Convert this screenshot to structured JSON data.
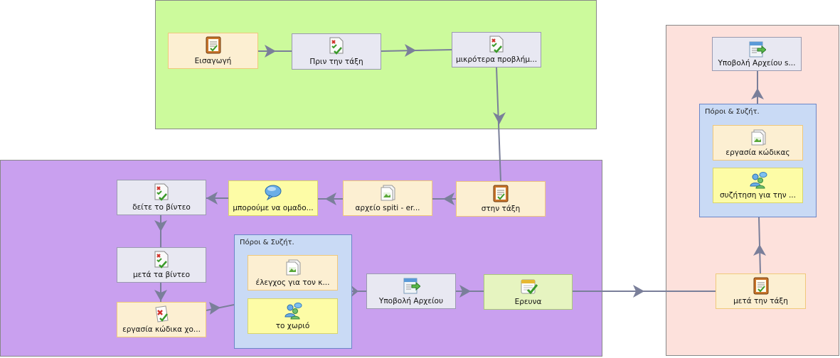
{
  "colors": {
    "green_region": "#ccfa9c",
    "purple_region": "#c9a0ef",
    "pink_region": "#fde1dc",
    "edge": "#7a7f9a"
  },
  "nodes": {
    "eisagogi": "Εισαγωγή",
    "prin": "Πριν την τάξη",
    "mikrotera": "μικρότερα προβλήμ...",
    "stin_taxi": "στην τάξη",
    "arxeio_spiti": "αρχείο spiti - er...",
    "mporoume": "μπορούμε να ομαδο...",
    "deite": "δείτε το βίντεο",
    "meta_vinteo": "μετά τα βίντεο",
    "ergasia_xo": "εργασία κώδικα χο...",
    "elegxos": "έλεγχος για τον κ...",
    "xorio": "το χωριό",
    "ypovoli": "Υποβολή Αρχείου",
    "erevna": "Ερευνα",
    "meta_taxi": "μετά την τάξη",
    "ergasia_kodikas": "εργασία κώδικας",
    "syzitisi": "συζήτηση για την ...",
    "ypovoli_s": "Υποβολή Αρχείου s..."
  },
  "groups": {
    "poroi_1": "Πόροι & Συζήτ.",
    "poroi_2": "Πόροι & Συζήτ."
  },
  "icons": {
    "eisagogi": "clipboard-icon",
    "prin": "checklist-icon",
    "mikrotera": "checklist-icon",
    "stin_taxi": "clipboard-icon",
    "arxeio_spiti": "image-file-icon",
    "mporoume": "speech-bubble-icon",
    "deite": "checklist-icon",
    "meta_vinteo": "checklist-icon",
    "ergasia_xo": "assignment-x-icon",
    "elegxos": "image-file-icon",
    "xorio": "forum-users-icon",
    "ypovoli": "upload-file-icon",
    "erevna": "calendar-check-icon",
    "meta_taxi": "clipboard-icon",
    "ergasia_kodikas": "image-file-icon",
    "syzitisi": "forum-users-icon",
    "ypovoli_s": "upload-file-icon"
  }
}
